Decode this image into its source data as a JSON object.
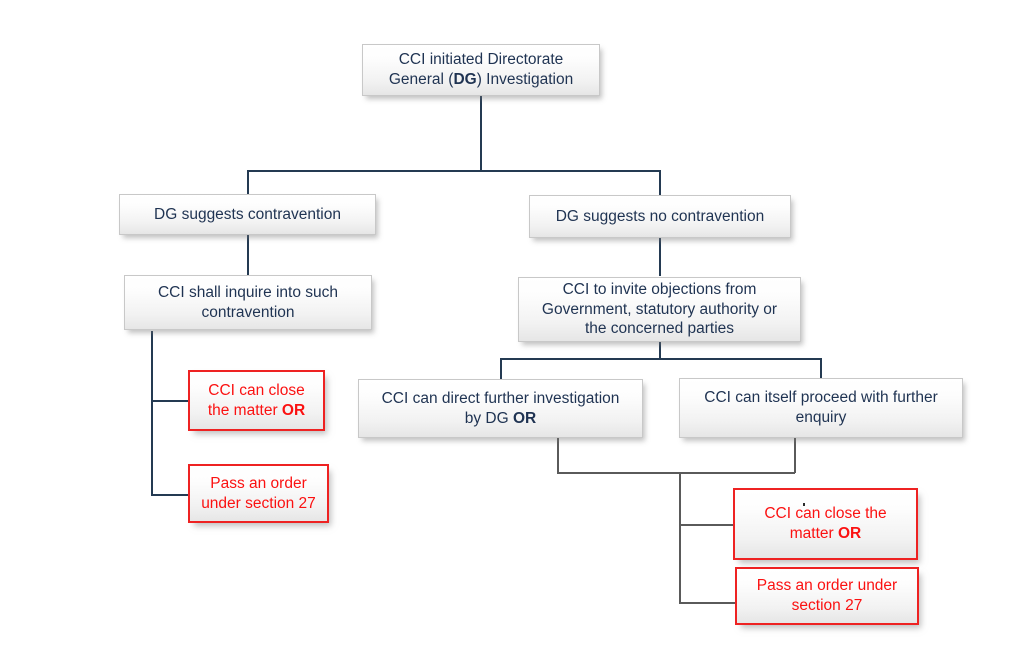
{
  "diagram": {
    "title_text": "CCI initiated Directorate General (DG) Investigation",
    "accent_navy": "#243a52",
    "accent_red": "#fb1111",
    "node_text_color": "#1f3352",
    "nodes": [
      {
        "id": "root",
        "name": "cci-initiated-dg-investigation-node",
        "style": "plain",
        "lines": [
          {
            "pre": "CCI initiated Directorate",
            "bold": "",
            "post": ""
          },
          {
            "pre": "General (",
            "bold": "DG",
            "post": ") Investigation"
          }
        ]
      },
      {
        "id": "dg-contravention",
        "name": "dg-suggests-contravention-node",
        "style": "plain",
        "lines": [
          {
            "pre": "DG suggests contravention",
            "bold": "",
            "post": ""
          }
        ]
      },
      {
        "id": "dg-no-contravention",
        "name": "dg-suggests-no-contravention-node",
        "style": "plain",
        "lines": [
          {
            "pre": "DG suggests no contravention",
            "bold": "",
            "post": ""
          }
        ]
      },
      {
        "id": "cci-inquire",
        "name": "cci-shall-inquire-node",
        "style": "plain",
        "lines": [
          {
            "pre": "CCI shall inquire into such",
            "bold": "",
            "post": ""
          },
          {
            "pre": "contravention",
            "bold": "",
            "post": ""
          }
        ]
      },
      {
        "id": "cci-invite-objections",
        "name": "cci-invite-objections-node",
        "style": "plain",
        "lines": [
          {
            "pre": "CCI to invite objections from",
            "bold": "",
            "post": ""
          },
          {
            "pre": "Government, statutory authority or",
            "bold": "",
            "post": ""
          },
          {
            "pre": "the concerned parties",
            "bold": "",
            "post": ""
          }
        ]
      },
      {
        "id": "close-left",
        "name": "cci-can-close-matter-left-node",
        "style": "red",
        "lines": [
          {
            "pre": "CCI can close",
            "bold": "",
            "post": ""
          },
          {
            "pre": "the matter ",
            "bold": "OR",
            "post": ""
          }
        ]
      },
      {
        "id": "order-left",
        "name": "pass-order-section-27-left-node",
        "style": "red",
        "lines": [
          {
            "pre": "Pass an order",
            "bold": "",
            "post": ""
          },
          {
            "pre": "under section 27",
            "bold": "",
            "post": ""
          }
        ]
      },
      {
        "id": "direct-further",
        "name": "cci-can-direct-further-investigation-node",
        "style": "plain",
        "lines": [
          {
            "pre": "CCI can direct further investigation",
            "bold": "",
            "post": ""
          },
          {
            "pre": "by DG ",
            "bold": "OR",
            "post": ""
          }
        ]
      },
      {
        "id": "itself-proceed",
        "name": "cci-can-itself-proceed-node",
        "style": "plain",
        "lines": [
          {
            "pre": "CCI can itself proceed with further",
            "bold": "",
            "post": ""
          },
          {
            "pre": "enquiry",
            "bold": "",
            "post": ""
          }
        ]
      },
      {
        "id": "close-right",
        "name": "cci-can-close-matter-right-node",
        "style": "red",
        "lines": [
          {
            "pre": "CCI can close the",
            "bold": "",
            "post": ""
          },
          {
            "pre": "matter ",
            "bold": "OR",
            "post": ""
          }
        ]
      },
      {
        "id": "order-right",
        "name": "pass-order-section-27-right-node",
        "style": "red",
        "lines": [
          {
            "pre": "Pass an order under",
            "bold": "",
            "post": ""
          },
          {
            "pre": "section 27",
            "bold": "",
            "post": ""
          }
        ]
      }
    ]
  }
}
